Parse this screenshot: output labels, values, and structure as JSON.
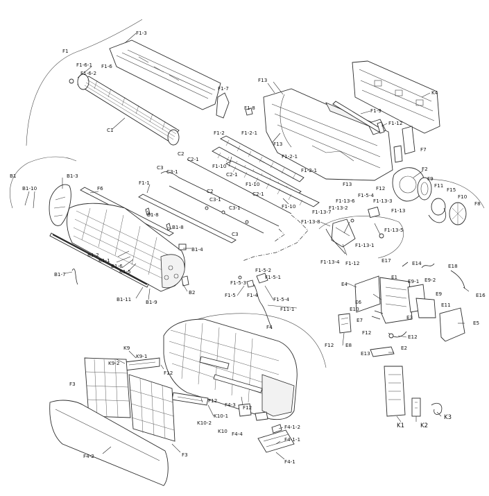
{
  "diagram": {
    "callouts": [
      {
        "id": "f1-3",
        "text": "F1-3"
      },
      {
        "id": "f1",
        "text": "F1"
      },
      {
        "id": "f1-6-1",
        "text": "F1-6-1"
      },
      {
        "id": "f1-6",
        "text": "F1-6"
      },
      {
        "id": "f1-6-2",
        "text": "F1-6-2"
      },
      {
        "id": "c1",
        "text": "C1"
      },
      {
        "id": "f1-7",
        "text": "F1-7"
      },
      {
        "id": "f13-top",
        "text": "F13"
      },
      {
        "id": "f1-8",
        "text": "F1-8"
      },
      {
        "id": "k4",
        "text": "K4"
      },
      {
        "id": "f1-9",
        "text": "F1-9"
      },
      {
        "id": "f1-12-top",
        "text": "F1-12"
      },
      {
        "id": "f1-2",
        "text": "F1-2"
      },
      {
        "id": "f1-2-1-a",
        "text": "F1-2-1"
      },
      {
        "id": "f13-mid",
        "text": "F13"
      },
      {
        "id": "f7",
        "text": "F7"
      },
      {
        "id": "c2-top",
        "text": "C2"
      },
      {
        "id": "c2-1-a",
        "text": "C2-1"
      },
      {
        "id": "f1-10-a",
        "text": "F1-10"
      },
      {
        "id": "f1-2-1-b",
        "text": "F1-2-1"
      },
      {
        "id": "f1-2-1-c",
        "text": "F1-2-1"
      },
      {
        "id": "f2",
        "text": "F2"
      },
      {
        "id": "b1",
        "text": "B1"
      },
      {
        "id": "b1-3",
        "text": "B1-3"
      },
      {
        "id": "c3-top",
        "text": "C3"
      },
      {
        "id": "c3-1-a",
        "text": "C3-1"
      },
      {
        "id": "c2-1-b",
        "text": "C2-1"
      },
      {
        "id": "f1-10-b",
        "text": "F1-10"
      },
      {
        "id": "f13-right",
        "text": "F13"
      },
      {
        "id": "f12-mid",
        "text": "F12"
      },
      {
        "id": "f9",
        "text": "F9"
      },
      {
        "id": "b1-10",
        "text": "B1-10"
      },
      {
        "id": "f6",
        "text": "F6"
      },
      {
        "id": "f1-1",
        "text": "F1-1"
      },
      {
        "id": "c2",
        "text": "C2"
      },
      {
        "id": "c2-1-c",
        "text": "C2-1"
      },
      {
        "id": "f1-13-6",
        "text": "F1-13-6"
      },
      {
        "id": "f1-5-4",
        "text": "F1-5-4"
      },
      {
        "id": "f15",
        "text": "F15"
      },
      {
        "id": "f10",
        "text": "F10"
      },
      {
        "id": "f11",
        "text": "F11"
      },
      {
        "id": "c3-1-b",
        "text": "C3-1"
      },
      {
        "id": "f1-10-c",
        "text": "F1-10"
      },
      {
        "id": "f1-13-2",
        "text": "F1-13-2"
      },
      {
        "id": "f1-13-3",
        "text": "F1-13-3"
      },
      {
        "id": "f8",
        "text": "F8"
      },
      {
        "id": "f1-13",
        "text": "F1-13"
      },
      {
        "id": "c3-1-c",
        "text": "C3-1"
      },
      {
        "id": "f1-13-7",
        "text": "F1-13-7"
      },
      {
        "id": "b1-8-a",
        "text": "B1-8"
      },
      {
        "id": "f1-13-8",
        "text": "F1-13-8"
      },
      {
        "id": "f1-13-5",
        "text": "F1-13-5"
      },
      {
        "id": "b1-8-b",
        "text": "B1-8"
      },
      {
        "id": "c3",
        "text": "C3"
      },
      {
        "id": "b1-4",
        "text": "B1-4"
      },
      {
        "id": "f1-13-1",
        "text": "F1-13-1"
      },
      {
        "id": "b1-2",
        "text": "B1-2"
      },
      {
        "id": "b1-1",
        "text": "B1-1"
      },
      {
        "id": "b1-6",
        "text": "B1-6"
      },
      {
        "id": "b1-5",
        "text": "B1-5"
      },
      {
        "id": "f1-13-4",
        "text": "F1-13-4"
      },
      {
        "id": "f1-12-low",
        "text": "F1-12"
      },
      {
        "id": "e17",
        "text": "E17"
      },
      {
        "id": "e14",
        "text": "E14"
      },
      {
        "id": "e18",
        "text": "E18"
      },
      {
        "id": "f1-5-2",
        "text": "F1-5-2"
      },
      {
        "id": "f1-5-1",
        "text": "F1-5-1"
      },
      {
        "id": "b1-7",
        "text": "B1-7"
      },
      {
        "id": "f1-5-3",
        "text": "F1-5-3"
      },
      {
        "id": "e1",
        "text": "E1"
      },
      {
        "id": "e9-1",
        "text": "E9-1"
      },
      {
        "id": "e9-2",
        "text": "E9-2"
      },
      {
        "id": "e4",
        "text": "E4"
      },
      {
        "id": "b2",
        "text": "B2"
      },
      {
        "id": "b1-11",
        "text": "B1-11"
      },
      {
        "id": "b1-9",
        "text": "B1-9"
      },
      {
        "id": "f1-5",
        "text": "F1-5"
      },
      {
        "id": "f1-4",
        "text": "F1-4"
      },
      {
        "id": "f1-5-4-b",
        "text": "F1-5-4"
      },
      {
        "id": "e9",
        "text": "E9"
      },
      {
        "id": "e16",
        "text": "E16"
      },
      {
        "id": "e6",
        "text": "E6"
      },
      {
        "id": "f11-1",
        "text": "F11-1"
      },
      {
        "id": "e10",
        "text": "E10"
      },
      {
        "id": "e11",
        "text": "E11"
      },
      {
        "id": "e3",
        "text": "E3"
      },
      {
        "id": "e7",
        "text": "E7"
      },
      {
        "id": "e5",
        "text": "E5"
      },
      {
        "id": "f4",
        "text": "F4"
      },
      {
        "id": "f12-e",
        "text": "F12"
      },
      {
        "id": "e12",
        "text": "E12"
      },
      {
        "id": "f12-bottom",
        "text": "F12"
      },
      {
        "id": "e8",
        "text": "E8"
      },
      {
        "id": "e2",
        "text": "E2"
      },
      {
        "id": "k9",
        "text": "K9"
      },
      {
        "id": "e13",
        "text": "E13"
      },
      {
        "id": "k9-1",
        "text": "K9-1"
      },
      {
        "id": "k9-2",
        "text": "K9-2"
      },
      {
        "id": "f12-k",
        "text": "F12"
      },
      {
        "id": "f3-left",
        "text": "F3"
      },
      {
        "id": "f12-f4",
        "text": "F12"
      },
      {
        "id": "f4-3",
        "text": "F4-3"
      },
      {
        "id": "f12-f4b",
        "text": "F12"
      },
      {
        "id": "k3",
        "text": "K3"
      },
      {
        "id": "k10-1",
        "text": "K10-1"
      },
      {
        "id": "k10-2",
        "text": "K10-2"
      },
      {
        "id": "f4-1-2",
        "text": "F4-1-2"
      },
      {
        "id": "k1",
        "text": "K1"
      },
      {
        "id": "k2",
        "text": "K2"
      },
      {
        "id": "k10",
        "text": "K10"
      },
      {
        "id": "f4-4",
        "text": "F4-4"
      },
      {
        "id": "f4-1-1",
        "text": "F4-1-1"
      },
      {
        "id": "f3-right",
        "text": "F3"
      },
      {
        "id": "f4-2",
        "text": "F4-2"
      },
      {
        "id": "f4-1",
        "text": "F4-1"
      }
    ]
  }
}
